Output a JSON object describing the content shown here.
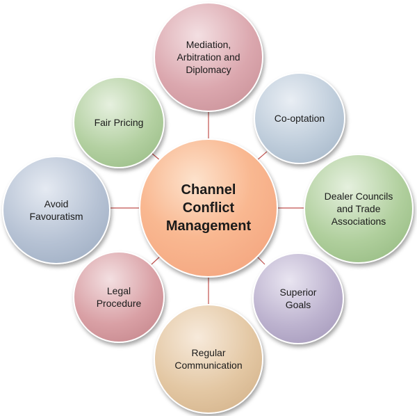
{
  "diagram": {
    "center": "Channel\nConflict\nManagement",
    "nodes": {
      "mediation": "Mediation,\nArbitration and\nDiplomacy",
      "fair_pricing": "Fair Pricing",
      "cooptation": "Co-optation",
      "avoid_favouratism": "Avoid\nFavouratism",
      "dealer_councils": "Dealer Councils\nand Trade\nAssociations",
      "legal_procedure": "Legal\nProcedure",
      "superior_goals": "Superior\nGoals",
      "regular_communication": "Regular\nCommunication"
    },
    "connector_color": "#c0504d"
  }
}
